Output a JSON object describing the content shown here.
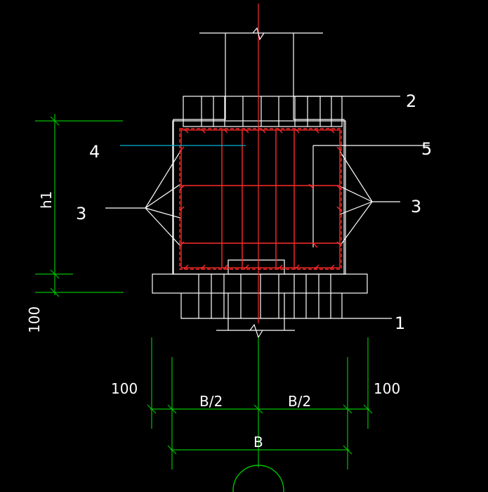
{
  "colors": {
    "background": "#000000",
    "outline": "#ffffff",
    "rebar": "#ff2a2a",
    "dimension": "#00c000",
    "leader_blue": "#00b4d8",
    "centerline": "#ff3030",
    "text": "#ffffff"
  },
  "callouts": {
    "c1": "1",
    "c2": "2",
    "c3_left": "3",
    "c3_right": "3",
    "c4": "4",
    "c5": "5"
  },
  "dimensions": {
    "h1": "h1",
    "dim_100_vertical": "100",
    "dim_100_left": "100",
    "dim_100_right": "100",
    "half_left": "B/2",
    "half_right": "B/2",
    "total": "B"
  }
}
